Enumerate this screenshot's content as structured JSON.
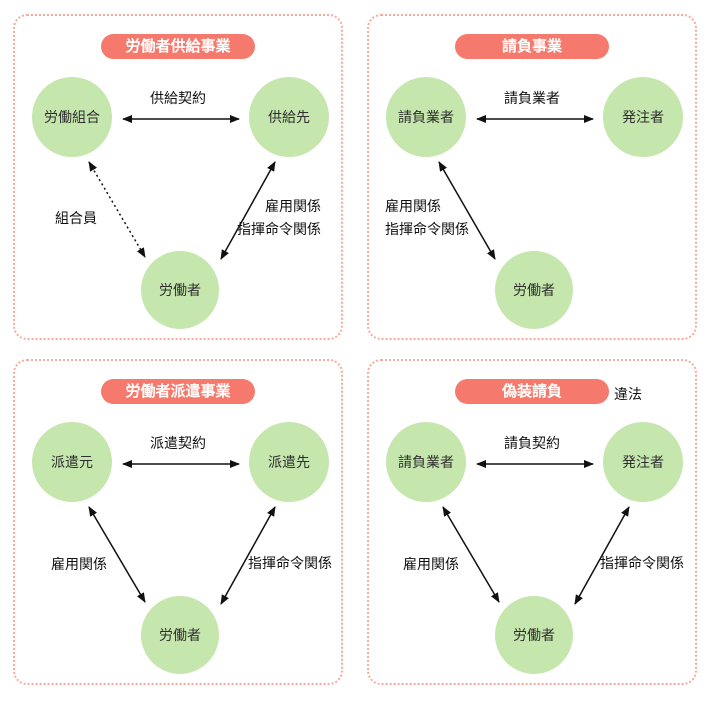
{
  "colors": {
    "background": "#ffffff",
    "panel_border": "#f9a99b",
    "pill_bg": "#f5796c",
    "pill_text": "#ffffff",
    "circle_fill": "#c5e6ad",
    "circle_text": "#2f2f2f",
    "label_text": "#111111",
    "arrow": "#111111"
  },
  "panels": [
    {
      "title": "労働者供給事業",
      "nodes": {
        "left": "労働組合",
        "right": "供給先",
        "bottom": "労働者"
      },
      "top_arrow_label": "供給契約",
      "left_arrow_label_lines": [
        "組合員"
      ],
      "right_arrow_label_lines": [
        "雇用関係",
        "指揮命令関係"
      ],
      "left_arrow_style": "dotted",
      "right_arrow_style": "solid"
    },
    {
      "title": "請負事業",
      "nodes": {
        "left": "請負業者",
        "right": "発注者",
        "bottom": "労働者"
      },
      "top_arrow_label": "請負業者",
      "left_arrow_label_lines": [
        "雇用関係",
        "指揮命令関係"
      ],
      "left_arrow_style": "solid",
      "right_arrow_style": "none"
    },
    {
      "title": "労働者派遣事業",
      "nodes": {
        "left": "派遣元",
        "right": "派遣先",
        "bottom": "労働者"
      },
      "top_arrow_label": "派遣契約",
      "left_arrow_label_lines": [
        "雇用関係"
      ],
      "right_arrow_label_lines": [
        "指揮命令関係"
      ],
      "left_arrow_style": "solid",
      "right_arrow_style": "solid"
    },
    {
      "title": "偽装請負",
      "title_note": "違法",
      "nodes": {
        "left": "請負業者",
        "right": "発注者",
        "bottom": "労働者"
      },
      "top_arrow_label": "請負契約",
      "left_arrow_label_lines": [
        "雇用関係"
      ],
      "right_arrow_label_lines": [
        "指揮命令関係"
      ],
      "left_arrow_style": "solid",
      "right_arrow_style": "solid"
    }
  ]
}
